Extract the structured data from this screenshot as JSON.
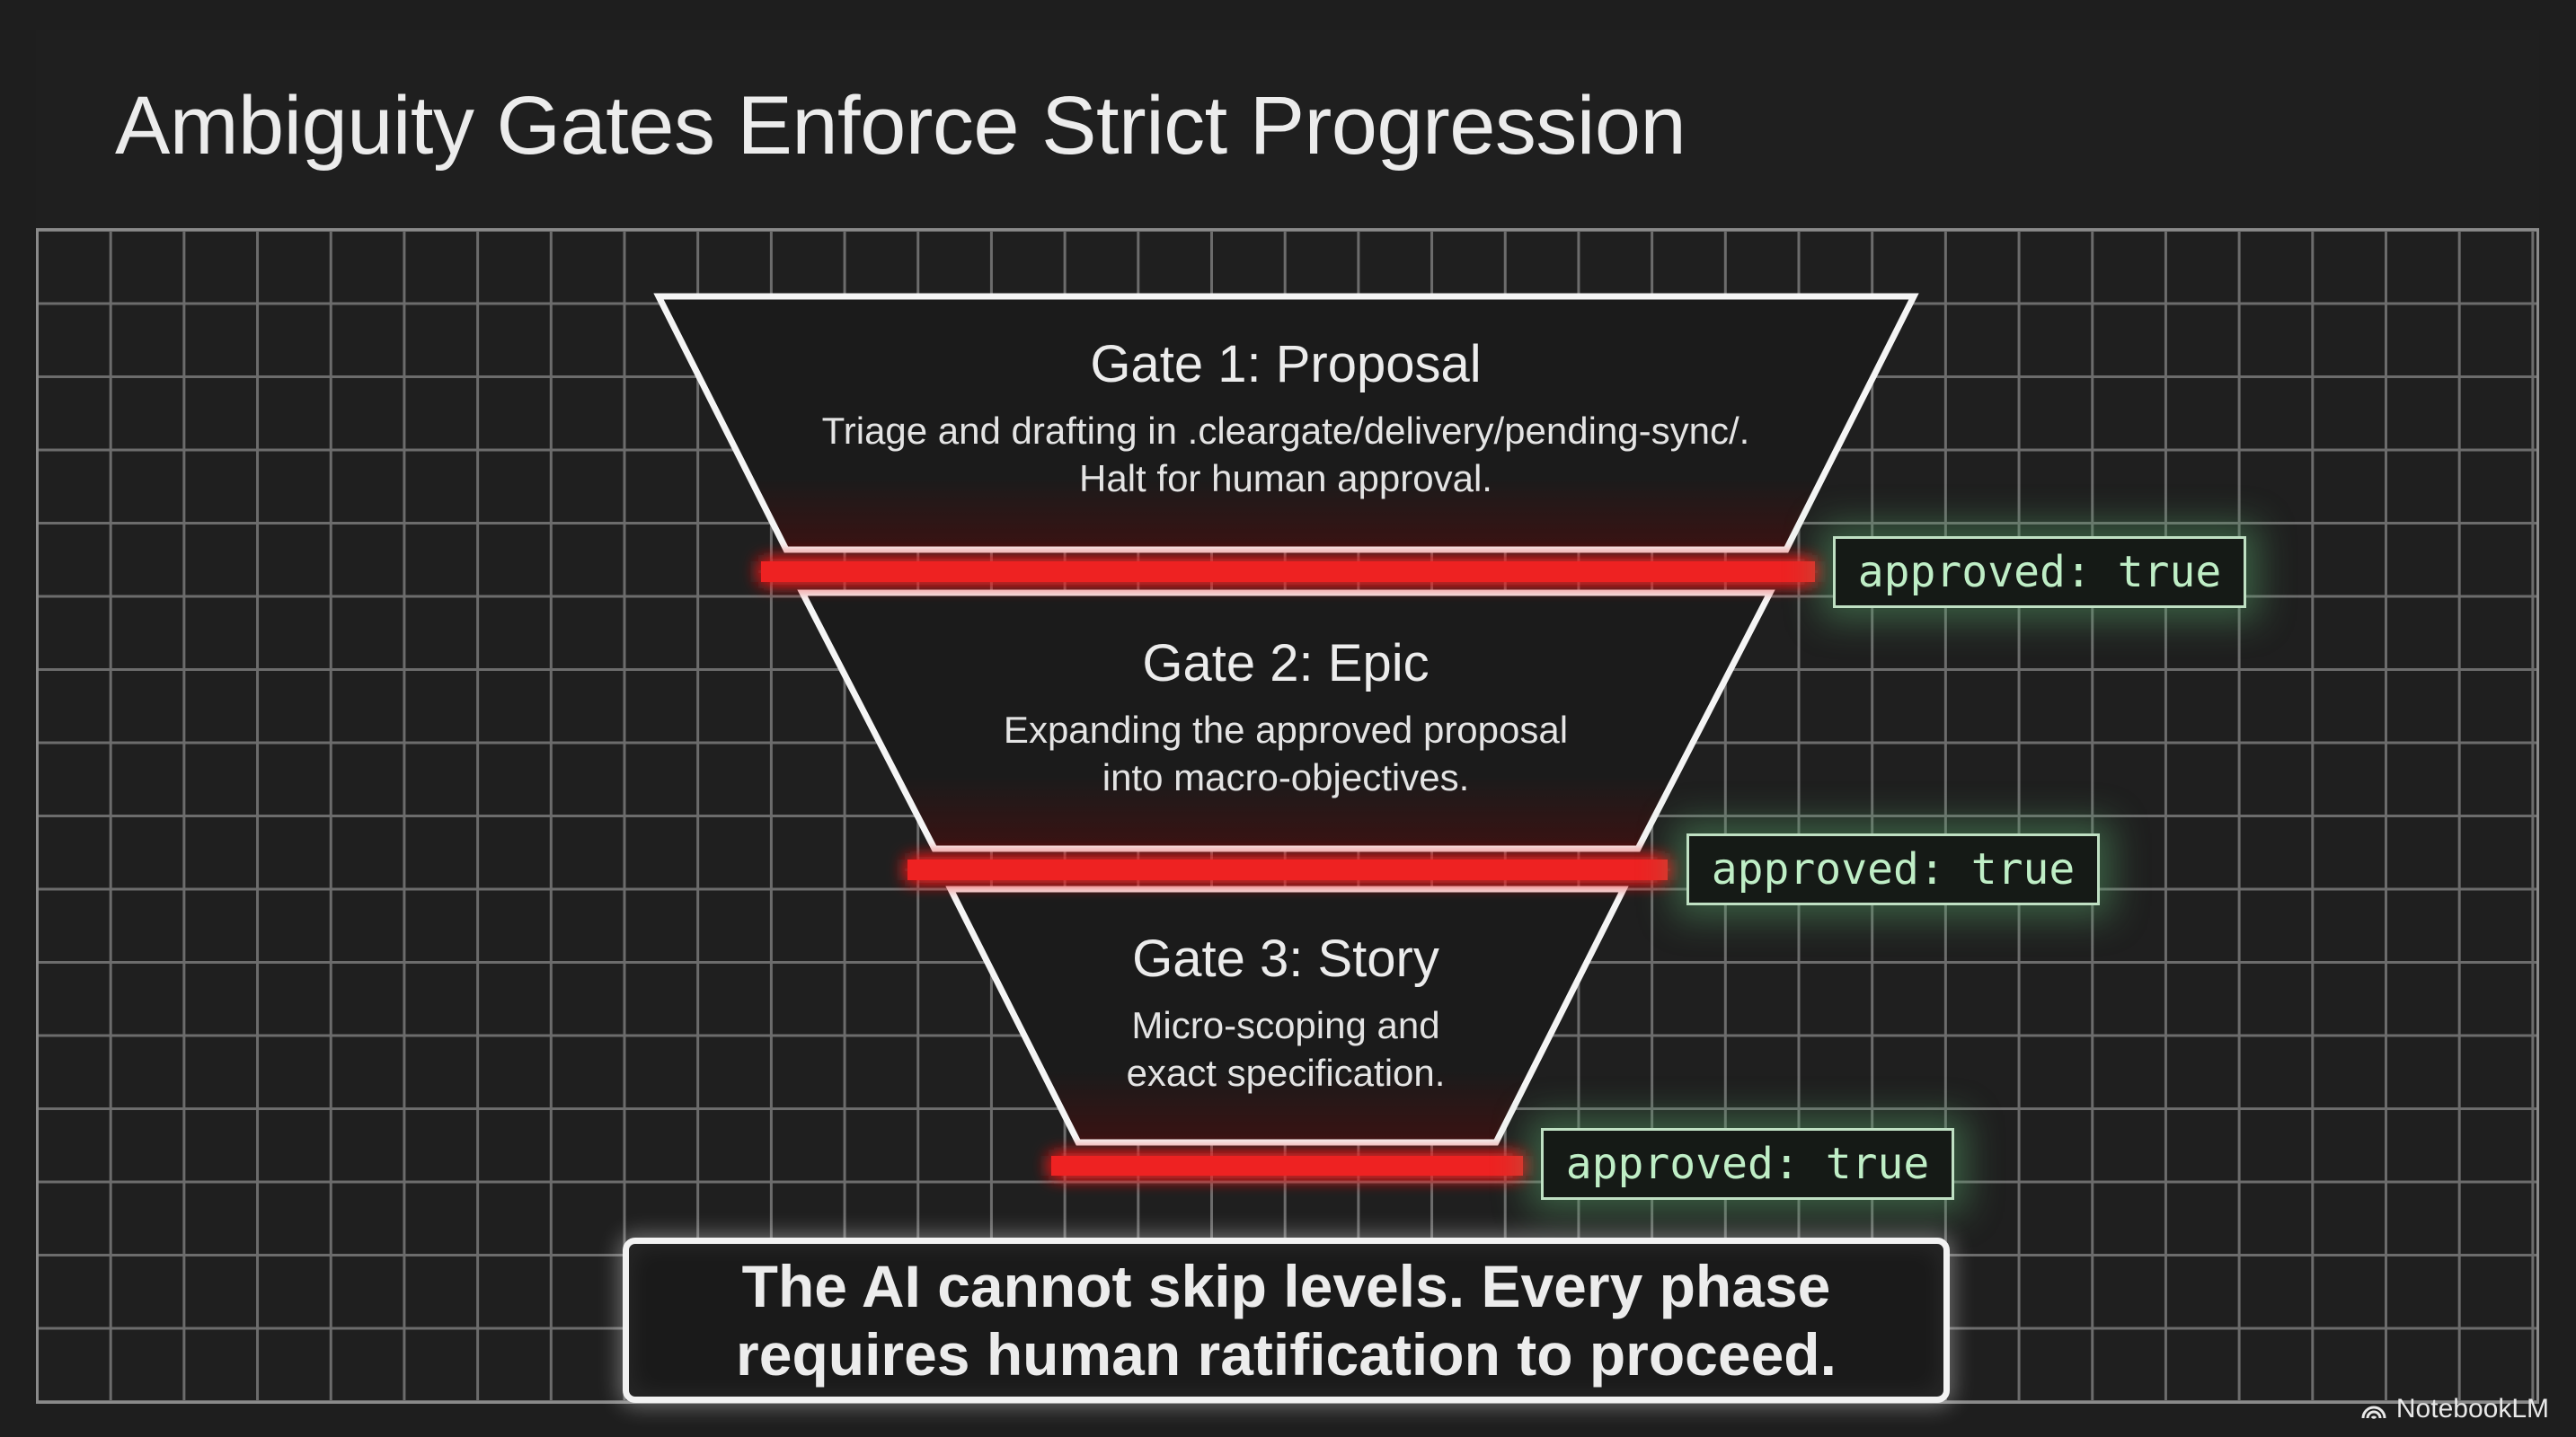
{
  "slide": {
    "title": "Ambiguity Gates Enforce Strict Progression"
  },
  "gates": [
    {
      "title": "Gate 1: Proposal",
      "description_lines": [
        "Triage and drafting in .cleargate/delivery/pending-sync/.",
        "Halt for human approval."
      ],
      "badge": "approved: true"
    },
    {
      "title": "Gate 2: Epic",
      "description_lines": [
        "Expanding the approved proposal",
        "into macro-objectives."
      ],
      "badge": "approved: true"
    },
    {
      "title": "Gate 3: Story",
      "description_lines": [
        "Micro-scoping and",
        "exact specification."
      ],
      "badge": "approved: true"
    }
  ],
  "callout": {
    "lines": [
      "The AI cannot skip levels. Every phase",
      "requires human ratification to proceed."
    ]
  },
  "watermark": {
    "icon": "notebooklm-logo-icon",
    "label": "NotebookLM"
  },
  "colors": {
    "background": "#1e1e1e",
    "grid": "#7a7a7a",
    "gate_outline": "#f5f5f5",
    "gate_fill": "#1b1b1b",
    "gate_bar": "#ee2424",
    "badge_text": "#bfeec6",
    "badge_glow": "#5aaa6e"
  }
}
